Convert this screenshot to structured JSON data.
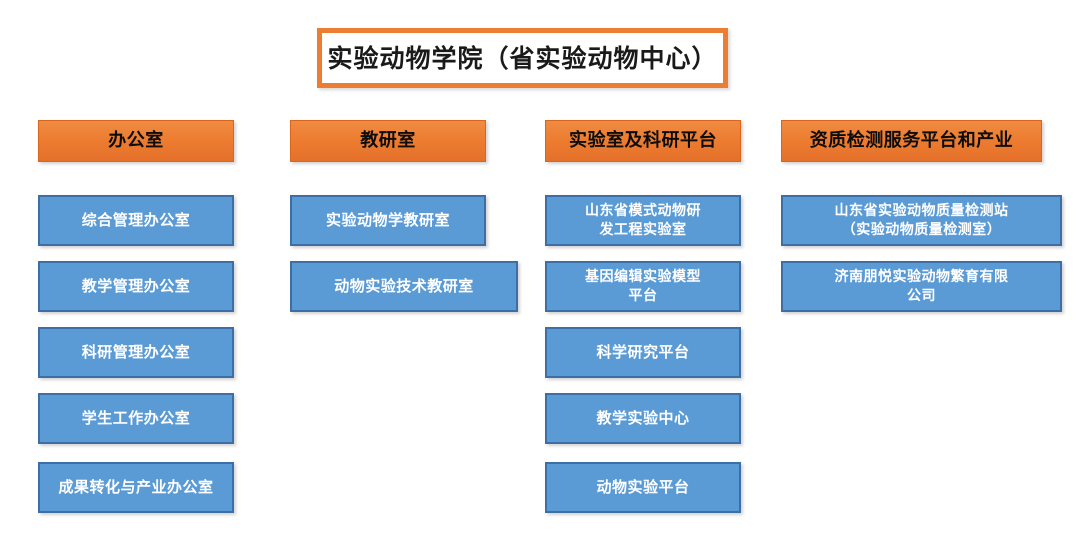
{
  "title": {
    "text": "实验动物学院（省实验动物中心）"
  },
  "colors": {
    "header_orange": "#ED7D31",
    "header_border": "#D9661F",
    "node_blue": "#5B9BD5",
    "node_border": "#3D6FA5",
    "title_border": "#ED7D31",
    "node_text": "#FFFFFF",
    "header_text": "#0D0D0D",
    "background": "#FFFFFF"
  },
  "columns": [
    {
      "header": "办公室",
      "items": [
        "综合管理办公室",
        "教学管理办公室",
        "科研管理办公室",
        "学生工作办公室",
        "成果转化与产业办公室"
      ]
    },
    {
      "header": "教研室",
      "items": [
        "实验动物学教研室",
        "动物实验技术教研室"
      ]
    },
    {
      "header": "实验室及科研平台",
      "items": [
        "山东省模式动物研\n发工程实验室",
        "基因编辑实验模型\n平台",
        "科学研究平台",
        "教学实验中心",
        "动物实验平台"
      ]
    },
    {
      "header": "资质检测服务平台和产业",
      "items": [
        "山东省实验动物质量检测站\n（实验动物质量检测室）",
        "济南朋悦实验动物繁育有限\n公司"
      ]
    }
  ]
}
